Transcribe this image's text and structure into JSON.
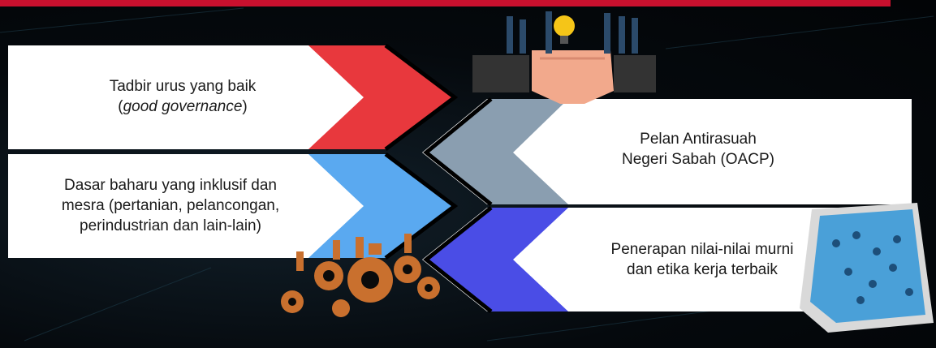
{
  "items": [
    {
      "line1": "Tadbir urus yang baik",
      "line2_italic": "good governance",
      "line2_open": "(",
      "line2_close": ")",
      "arrow_color": "#e8383d"
    },
    {
      "line1": "Pelan Antirasuah",
      "line2": "Negeri Sabah (OACP)",
      "arrow_color": "#8a9eb0"
    },
    {
      "line1": "Dasar baharu yang inklusif dan",
      "line2": "mesra (pertanian, pelancongan,",
      "line3": "perindustrian dan lain-lain)",
      "arrow_color": "#5aa9f0"
    },
    {
      "line1": "Penerapan nilai-nilai murni",
      "line2": "dan etika kerja terbaik",
      "arrow_color": "#4a4de6"
    }
  ],
  "colors": {
    "accent_bar": "#c8102e",
    "panel": "#ffffff",
    "divider": "#000000"
  },
  "icons": [
    "handshake-lightbulb-icon",
    "gears-workers-icon",
    "smartphone-crowd-icon"
  ]
}
